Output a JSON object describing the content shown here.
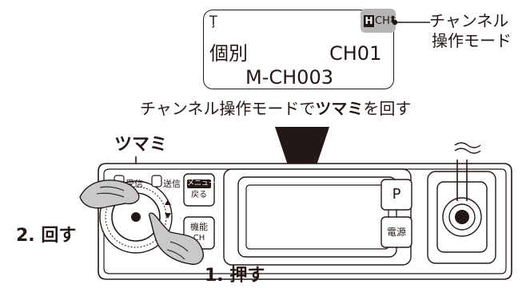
{
  "lcd": {
    "antenna": "Ţ",
    "mode_indicator": "H",
    "channel_mode": "CH",
    "mode_arrows": "⬍",
    "line1_left": "個別",
    "line1_right": "CH01",
    "line2": "M-CH003"
  },
  "callout": {
    "line1": "チャンネル",
    "line2": "操作モード"
  },
  "caption": {
    "before": "チャンネル操作モードで",
    "highlight": "ツマミ",
    "after": "を回す"
  },
  "labels": {
    "knob": "ツマミ",
    "step_rotate": "2. 回す",
    "step_press": "1. 押す"
  },
  "radio": {
    "led_receive": "受信",
    "led_transmit": "送信",
    "menu_button_top": "メニュー",
    "menu_button_bottom": "戻る",
    "function_button_top": "機能",
    "function_button_bottom": "CH",
    "p_button": "P",
    "power_button": "電源"
  },
  "colors": {
    "ink": "#231815",
    "highlight_box": "#b5b5b6",
    "hand_fill": "#c9c9ca",
    "panel_fill": "#ffffff"
  }
}
